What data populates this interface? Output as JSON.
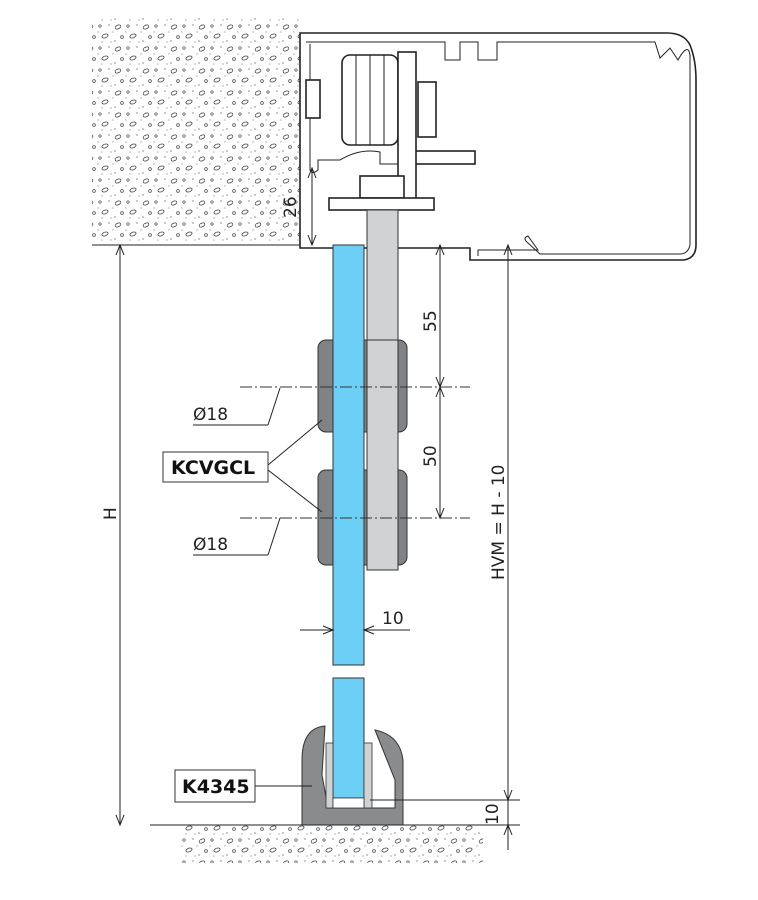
{
  "colors": {
    "glass": "#6ccff6",
    "rod": "#d1d2d3",
    "guide": "#808285",
    "channel": "#8a8b8d"
  },
  "dimensions": {
    "top_gap": "26",
    "roller_offset": "55",
    "roller_spacing": "50",
    "roller_diameter_upper": "Ø18",
    "roller_diameter_lower": "Ø18",
    "glass_thickness": "10",
    "height": "H",
    "hvm": "HVM = H - 10",
    "bottom_gap": "10"
  },
  "parts": {
    "guide_part": "KCVGCL",
    "floor_channel_part": "K4345"
  }
}
